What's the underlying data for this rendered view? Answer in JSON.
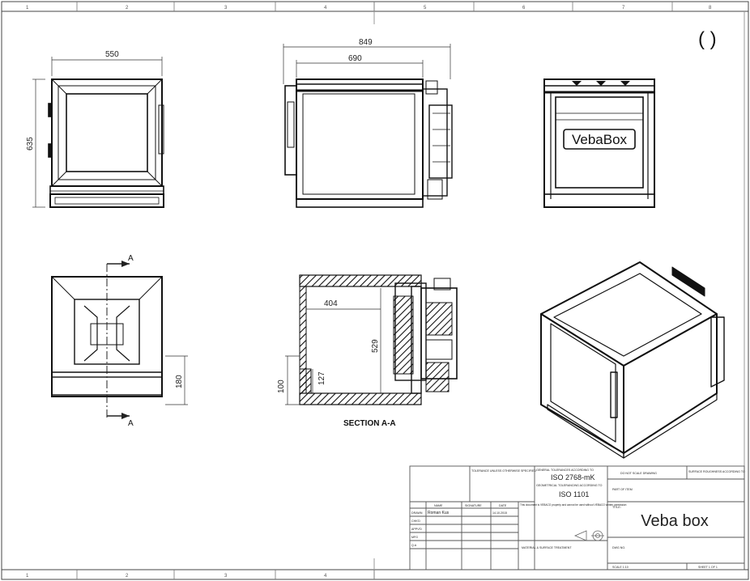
{
  "sheet": {
    "corner_mark": "( )",
    "zone_numbers_top": [
      "1",
      "2",
      "3",
      "4",
      "5",
      "6",
      "7",
      "8"
    ],
    "zone_numbers_bottom": [
      "1",
      "2",
      "3",
      "4"
    ]
  },
  "views": {
    "front_width": "550",
    "front_height": "635",
    "side_overall": "849",
    "side_body": "690",
    "rear_logo": "VebaBox",
    "section_mark_top": "A",
    "section_mark_bottom": "A",
    "bottom_view_height": "180",
    "section_width": "404",
    "section_height": "529",
    "section_small": "127",
    "section_base": "100",
    "section_caption": "SECTION A-A"
  },
  "title_block": {
    "header_tol": "TOLERANCE UNLESS OTHERWISE SPECIFIED",
    "general_tol": "GENERAL TOLERANCES ACCORDING TO",
    "standard_1": "ISO 2768-mK",
    "geometric_tol": "GEOMETRICAL TOLERANCING ACCORDING TO",
    "standard_2": "ISO 1101",
    "no_scale": "DO NOT SCALE DRAWING",
    "surface_text": "SURFACE ROUGHNESS ACCORDING TO",
    "col_name": "NAME",
    "col_signature": "SIGNATURE",
    "col_date": "DATE",
    "row_drawn": "DRAWN",
    "row_checked": "CHK'D",
    "row_approved": "APPV'D",
    "row_mfg": "MFG",
    "row_qa": "Q.A",
    "drawn_name": "Roman Kus",
    "drawn_date": "14.10.2015",
    "notice": "This document is VEBACO property and cannot be used without VEBACO written permission",
    "material": "MATERIAL & SURFACE TREATMENT",
    "part_label": "PART OF ITEM",
    "title_label": "TITLE:",
    "title": "Veba box",
    "dwg_no": "DWG NO.",
    "scale": "SCALE 1:10",
    "sheet_no": "SHEET 1 OF 1"
  }
}
